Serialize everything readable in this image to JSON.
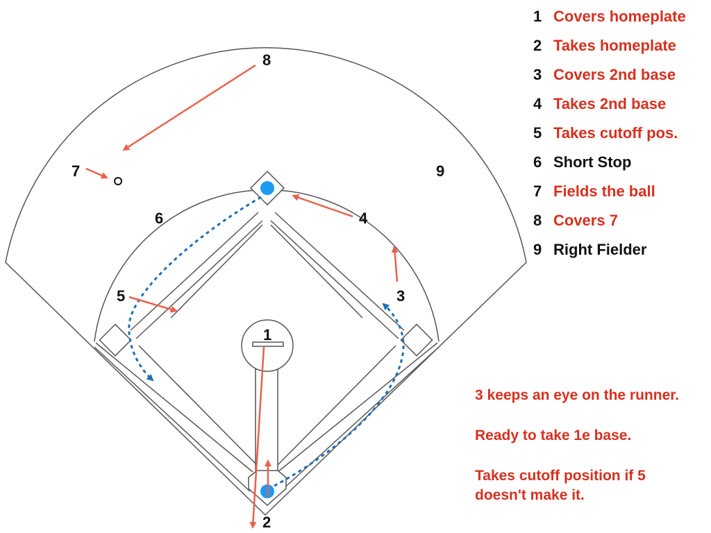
{
  "positions": [
    {
      "num": "1",
      "text": "Covers homeplate",
      "highlight": true
    },
    {
      "num": "2",
      "text": "Takes homeplate",
      "highlight": true
    },
    {
      "num": "3",
      "text": "Covers 2nd base",
      "highlight": true
    },
    {
      "num": "4",
      "text": "Takes 2nd base",
      "highlight": true
    },
    {
      "num": "5",
      "text": "Takes cutoff pos.",
      "highlight": true
    },
    {
      "num": "6",
      "text": "Short Stop",
      "highlight": false
    },
    {
      "num": "7",
      "text": "Fields the ball",
      "highlight": true
    },
    {
      "num": "8",
      "text": "Covers 7",
      "highlight": true
    },
    {
      "num": "9",
      "text": "Right Fielder",
      "highlight": false
    }
  ],
  "field_labels": {
    "p1": "1",
    "p2": "2",
    "p3": "3",
    "p4": "4",
    "p5": "5",
    "p6": "6",
    "p7": "7",
    "p8": "8",
    "p9": "9"
  },
  "notes": [
    "3 keeps an eye on the runner.",
    "Ready to take 1e base.",
    "Takes cutoff position if 5",
    "doesn't make it."
  ],
  "colors": {
    "action": "#d7301f",
    "neutral": "#111111",
    "arrow": "#e8604c",
    "path": "#1f6fb2",
    "marker": "#1e9bf0",
    "line": "#555555"
  }
}
